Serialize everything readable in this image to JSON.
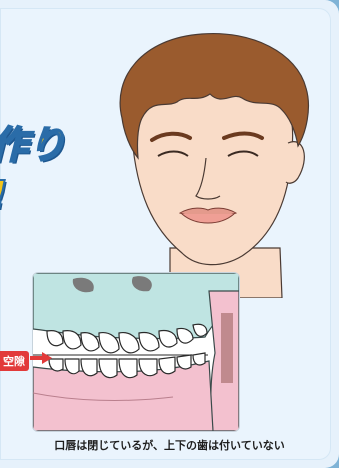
{
  "headline": "作り\n!",
  "label_gap": "空隙",
  "caption": "口唇は閉じているが、上下の歯は付いていない",
  "colors": {
    "background": "#eaf4fd",
    "headline_fill": "#f4c51a",
    "headline_outline": "#2a6ca8",
    "skin": "#f9dcc8",
    "hair": "#9a5b2e",
    "gum_upper": "#bfe4e2",
    "gum_lower": "#f3c1cf",
    "tag": "#e23a3a"
  }
}
